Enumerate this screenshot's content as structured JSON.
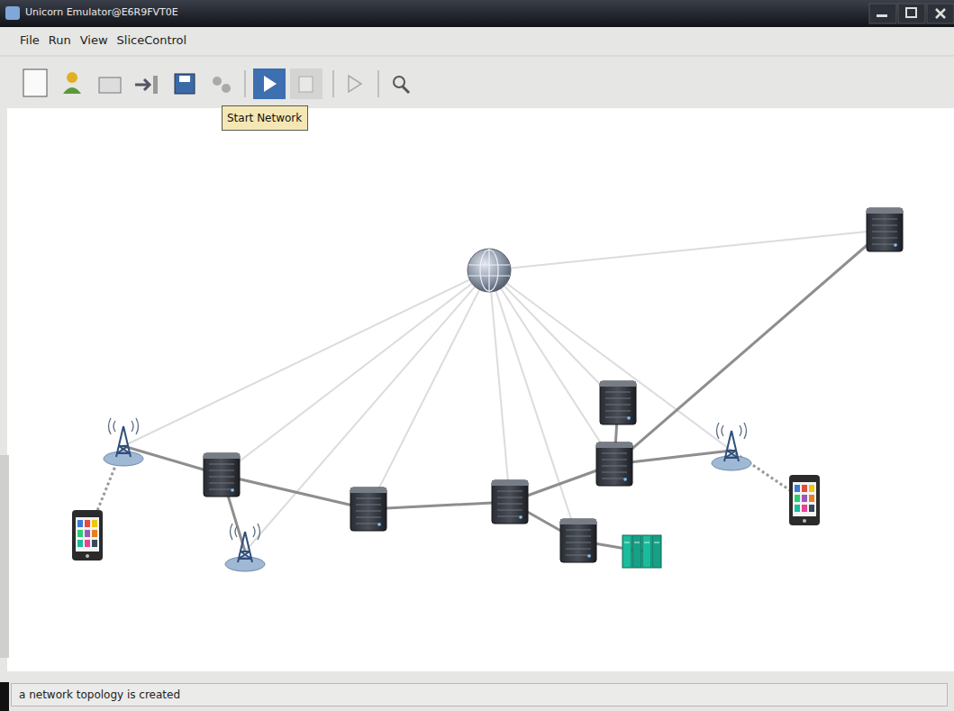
{
  "diagram": {
    "title": "Unicorn Emulator@E6R9FVT0E",
    "nodes": [
      {
        "text": [
          "Start Network"
        ]
      },
      {
        "text": [
          "a network topology is created"
        ]
      }
    ],
    "labels": [
      "File",
      "Run",
      "View",
      "SliceControl"
    ]
  }
}
